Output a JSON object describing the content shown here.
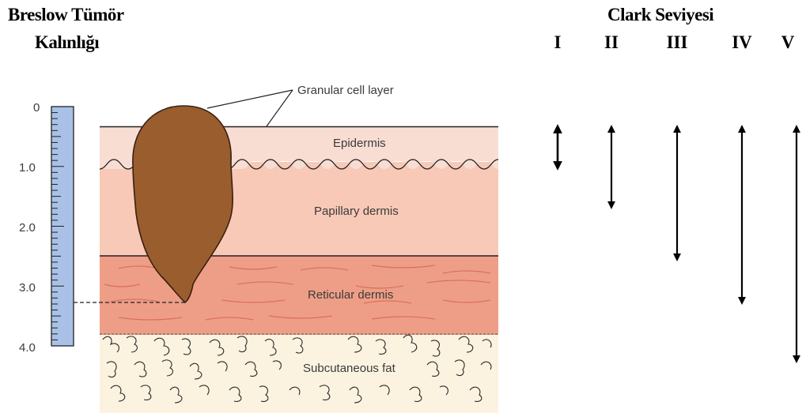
{
  "breslow": {
    "title_line1": "Breslow Tümör",
    "title_line2": "Kalınlığı",
    "scale_labels": [
      "0",
      "1.0",
      "2.0",
      "3.0",
      "4.0"
    ]
  },
  "clark": {
    "title": "Clark Seviyesi",
    "levels": [
      "I",
      "II",
      "III",
      "IV",
      "V"
    ]
  },
  "diagram": {
    "granular_label": "Granular cell layer",
    "epidermis_label": "Epidermis",
    "papillary_label": "Papillary dermis",
    "reticular_label": "Reticular dermis",
    "subcutaneous_label": "Subcutaneous fat"
  },
  "colors": {
    "ruler": "#a9c1e6",
    "epidermis": "#f8ddd3",
    "papillary": "#f7c9b6",
    "reticular": "#ee9e87",
    "subcutaneous": "#fbf3df",
    "tumor": "#9a5d2e"
  }
}
